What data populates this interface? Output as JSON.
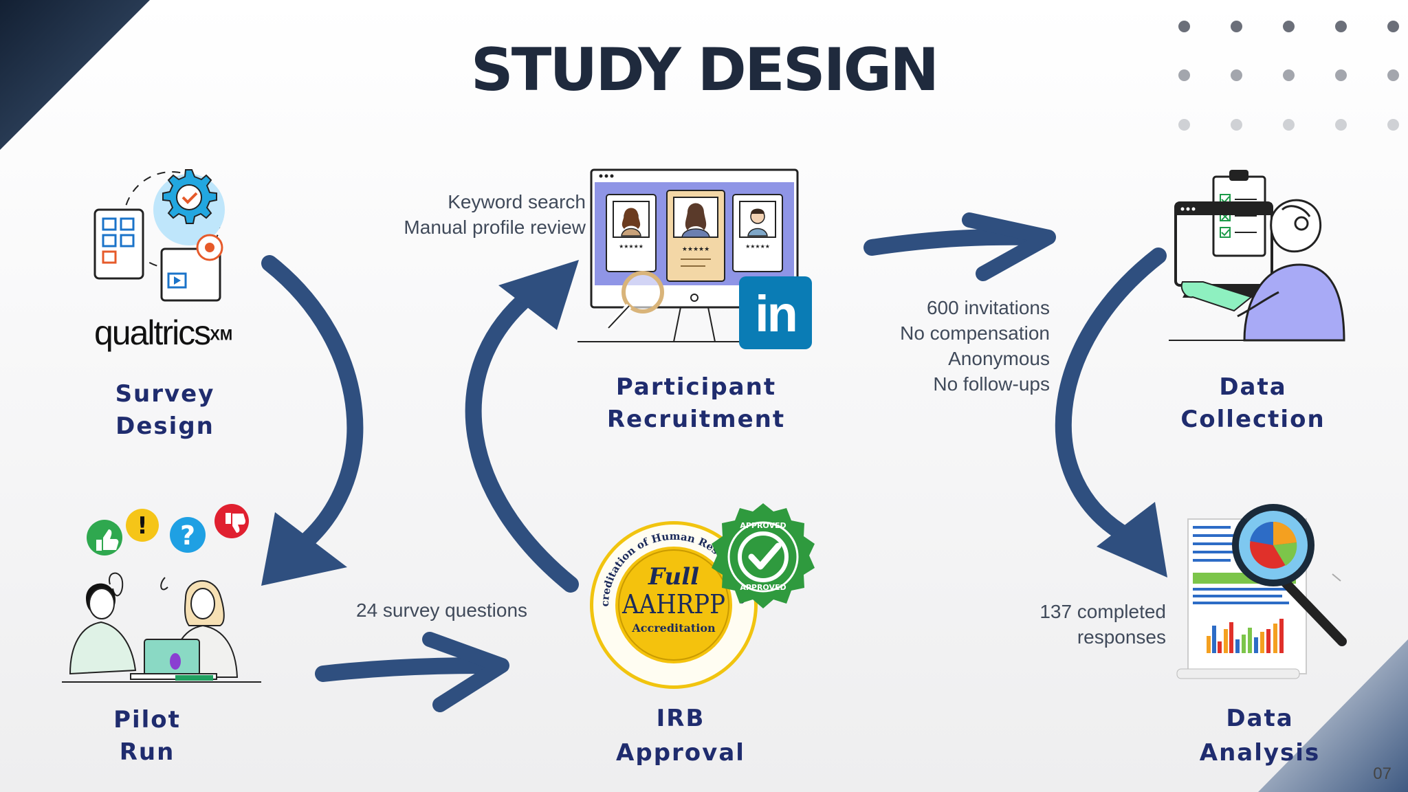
{
  "title": "STUDY DESIGN",
  "page_number": "07",
  "steps": {
    "survey_design": {
      "line1": "Survey",
      "line2": "Design",
      "logo_text": "qualtrics",
      "logo_sup": "XM"
    },
    "pilot_run": {
      "line1": "Pilot",
      "line2": "Run"
    },
    "irb_approval": {
      "line1": "IRB",
      "line2": "Approval",
      "seal_main": "Full",
      "seal_title": "AAHRPP",
      "seal_sub": "Accreditation",
      "seal_ring": "Association for the Accreditation of Human Research Protection Programs, Inc.",
      "stamp_text": "APPROVED"
    },
    "participant_recruitment": {
      "line1": "Participant",
      "line2": "Recruitment",
      "badge": "in"
    },
    "data_collection": {
      "line1": "Data",
      "line2": "Collection"
    },
    "data_analysis": {
      "line1": "Data",
      "line2": "Analysis"
    }
  },
  "notes": {
    "recruitment": [
      "Keyword search",
      "Manual profile review"
    ],
    "collection": [
      "600 invitations",
      "No compensation",
      "Anonymous",
      "No follow-ups"
    ],
    "pilot": [
      "24 survey questions"
    ],
    "analysis": [
      "137 completed",
      "responses"
    ]
  },
  "colors": {
    "title": "#1f2a3d",
    "label": "#1f2c6e",
    "arrow": "#2f4f7f",
    "corner": "#1c2b45",
    "linkedin": "#0a7cb5",
    "approved_green": "#2f9a3e",
    "seal_gold": "#f4c20d"
  }
}
